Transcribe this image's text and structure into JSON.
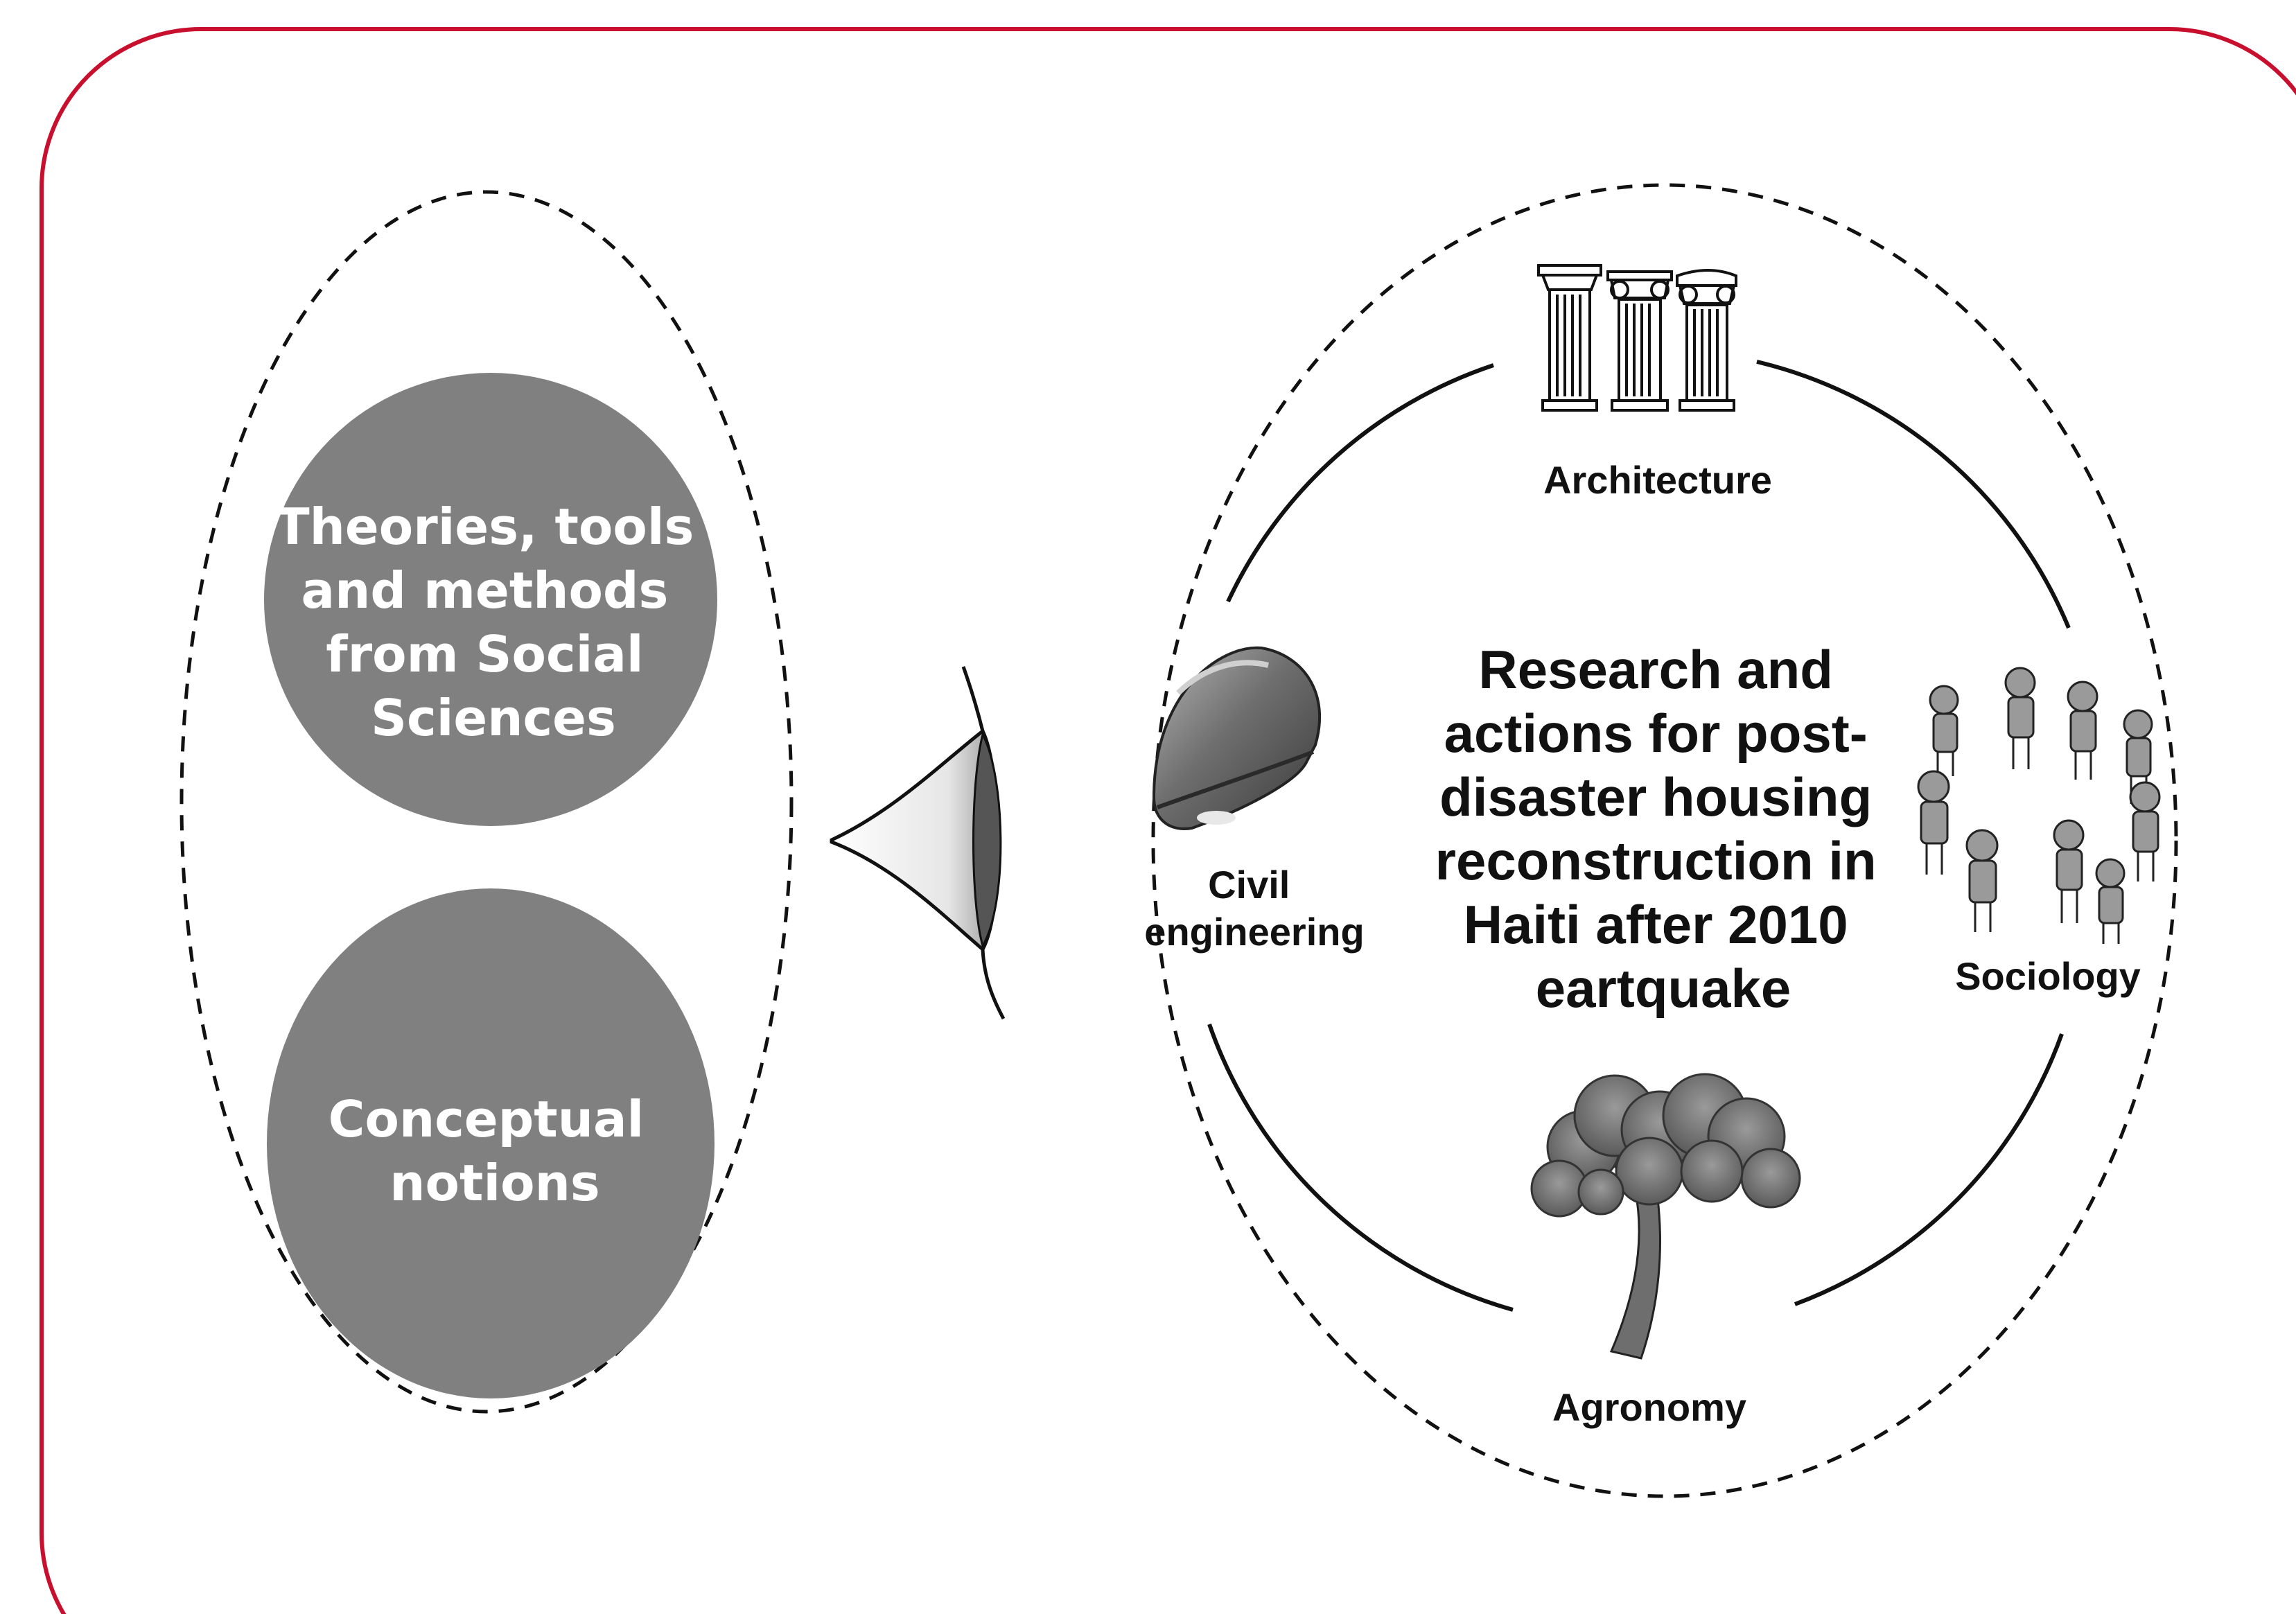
{
  "colors": {
    "frame": "#c8102e",
    "circle_fill": "#808080",
    "ink": "#111111",
    "background": "#ffffff"
  },
  "left_group": {
    "theories": [
      "Theories, tools",
      "and methods",
      "from Social",
      "Sciences"
    ],
    "concepts": [
      "Conceptual",
      "notions"
    ]
  },
  "lens": {
    "icon": "eye-icon"
  },
  "right_group": {
    "center_text": [
      "Research and",
      "actions for post-",
      "disaster housing",
      "reconstruction in",
      "Haiti after 2010",
      "eartquake"
    ],
    "disciplines": {
      "architecture": {
        "label": "Architecture",
        "icon": "columns-icon"
      },
      "civil_engineering": {
        "label": [
          "Civil",
          "engineering"
        ],
        "icon": "hard-hat-icon"
      },
      "sociology": {
        "label": "Sociology",
        "icon": "group-discussion-icon"
      },
      "agronomy": {
        "label": "Agronomy",
        "icon": "tree-icon"
      }
    }
  }
}
